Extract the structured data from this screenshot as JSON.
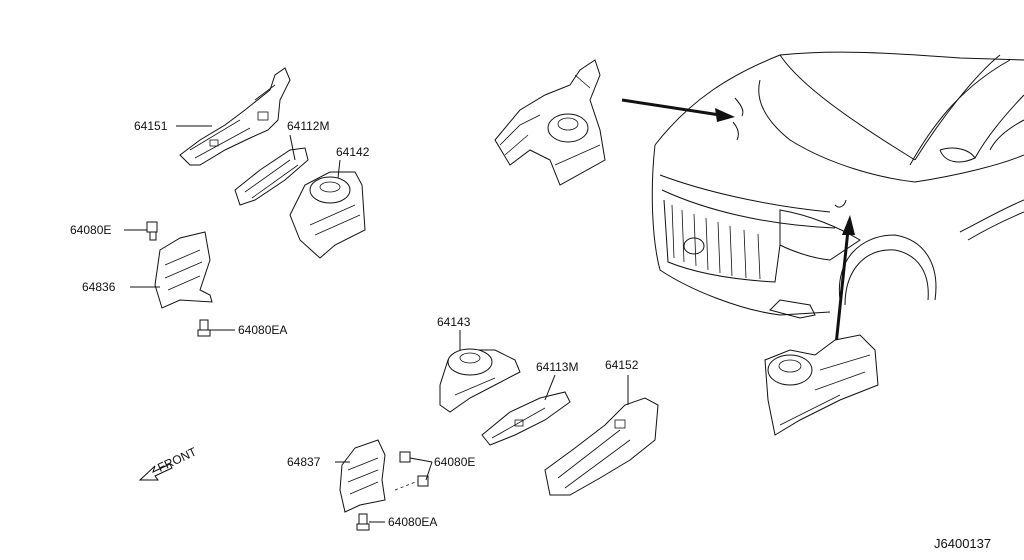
{
  "labels": {
    "p64151": "64151",
    "p64112m": "64112M",
    "p64142": "64142",
    "p64080e_top": "64080E",
    "p64836": "64836",
    "p64080ea_top": "64080EA",
    "p64143": "64143",
    "p64113m": "64113M",
    "p64152": "64152",
    "p64837": "64837",
    "p64080e_bot": "64080E",
    "p64080ea_bot": "64080EA",
    "front": "FRONT"
  },
  "diagram_id": "J6400137"
}
